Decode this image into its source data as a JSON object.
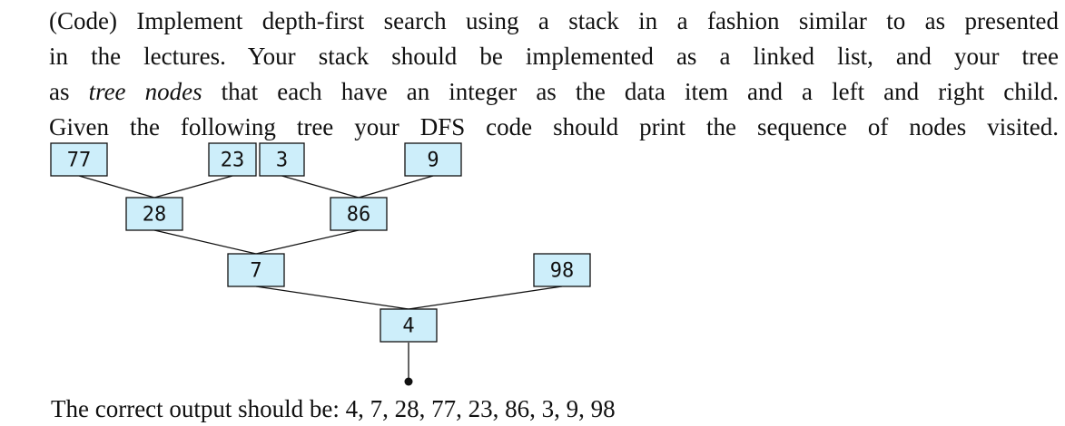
{
  "problem": {
    "line1": "(Code) Implement depth-first search using a stack in a fashion similar to as presented",
    "line2": "in the lectures.  Your stack should be implemented as a linked list, and your tree",
    "line3_prefix": "as ",
    "line3_italic": "tree nodes",
    "line3_suffix": " that each have an integer as the data item and a left and right child.",
    "line4": "Given the following tree your DFS code should print the sequence of nodes visited."
  },
  "tree": {
    "nodes": [
      {
        "id": "n4",
        "label": "4"
      },
      {
        "id": "n7",
        "label": "7"
      },
      {
        "id": "n98",
        "label": "98"
      },
      {
        "id": "n28",
        "label": "28"
      },
      {
        "id": "n86",
        "label": "86"
      },
      {
        "id": "n77",
        "label": "77"
      },
      {
        "id": "n23",
        "label": "23"
      },
      {
        "id": "n3",
        "label": "3"
      },
      {
        "id": "n9",
        "label": "9"
      }
    ],
    "edges": [
      {
        "from": "n4",
        "to": "n7"
      },
      {
        "from": "n4",
        "to": "n98"
      },
      {
        "from": "n7",
        "to": "n28"
      },
      {
        "from": "n7",
        "to": "n86"
      },
      {
        "from": "n28",
        "to": "n77"
      },
      {
        "from": "n28",
        "to": "n23"
      },
      {
        "from": "n86",
        "to": "n3"
      },
      {
        "from": "n86",
        "to": "n9"
      }
    ],
    "root": "n4",
    "node_fill": "#cdeefa"
  },
  "answer": {
    "text": "The correct output should be: 4, 7, 28, 77, 23, 86, 3, 9, 98"
  }
}
